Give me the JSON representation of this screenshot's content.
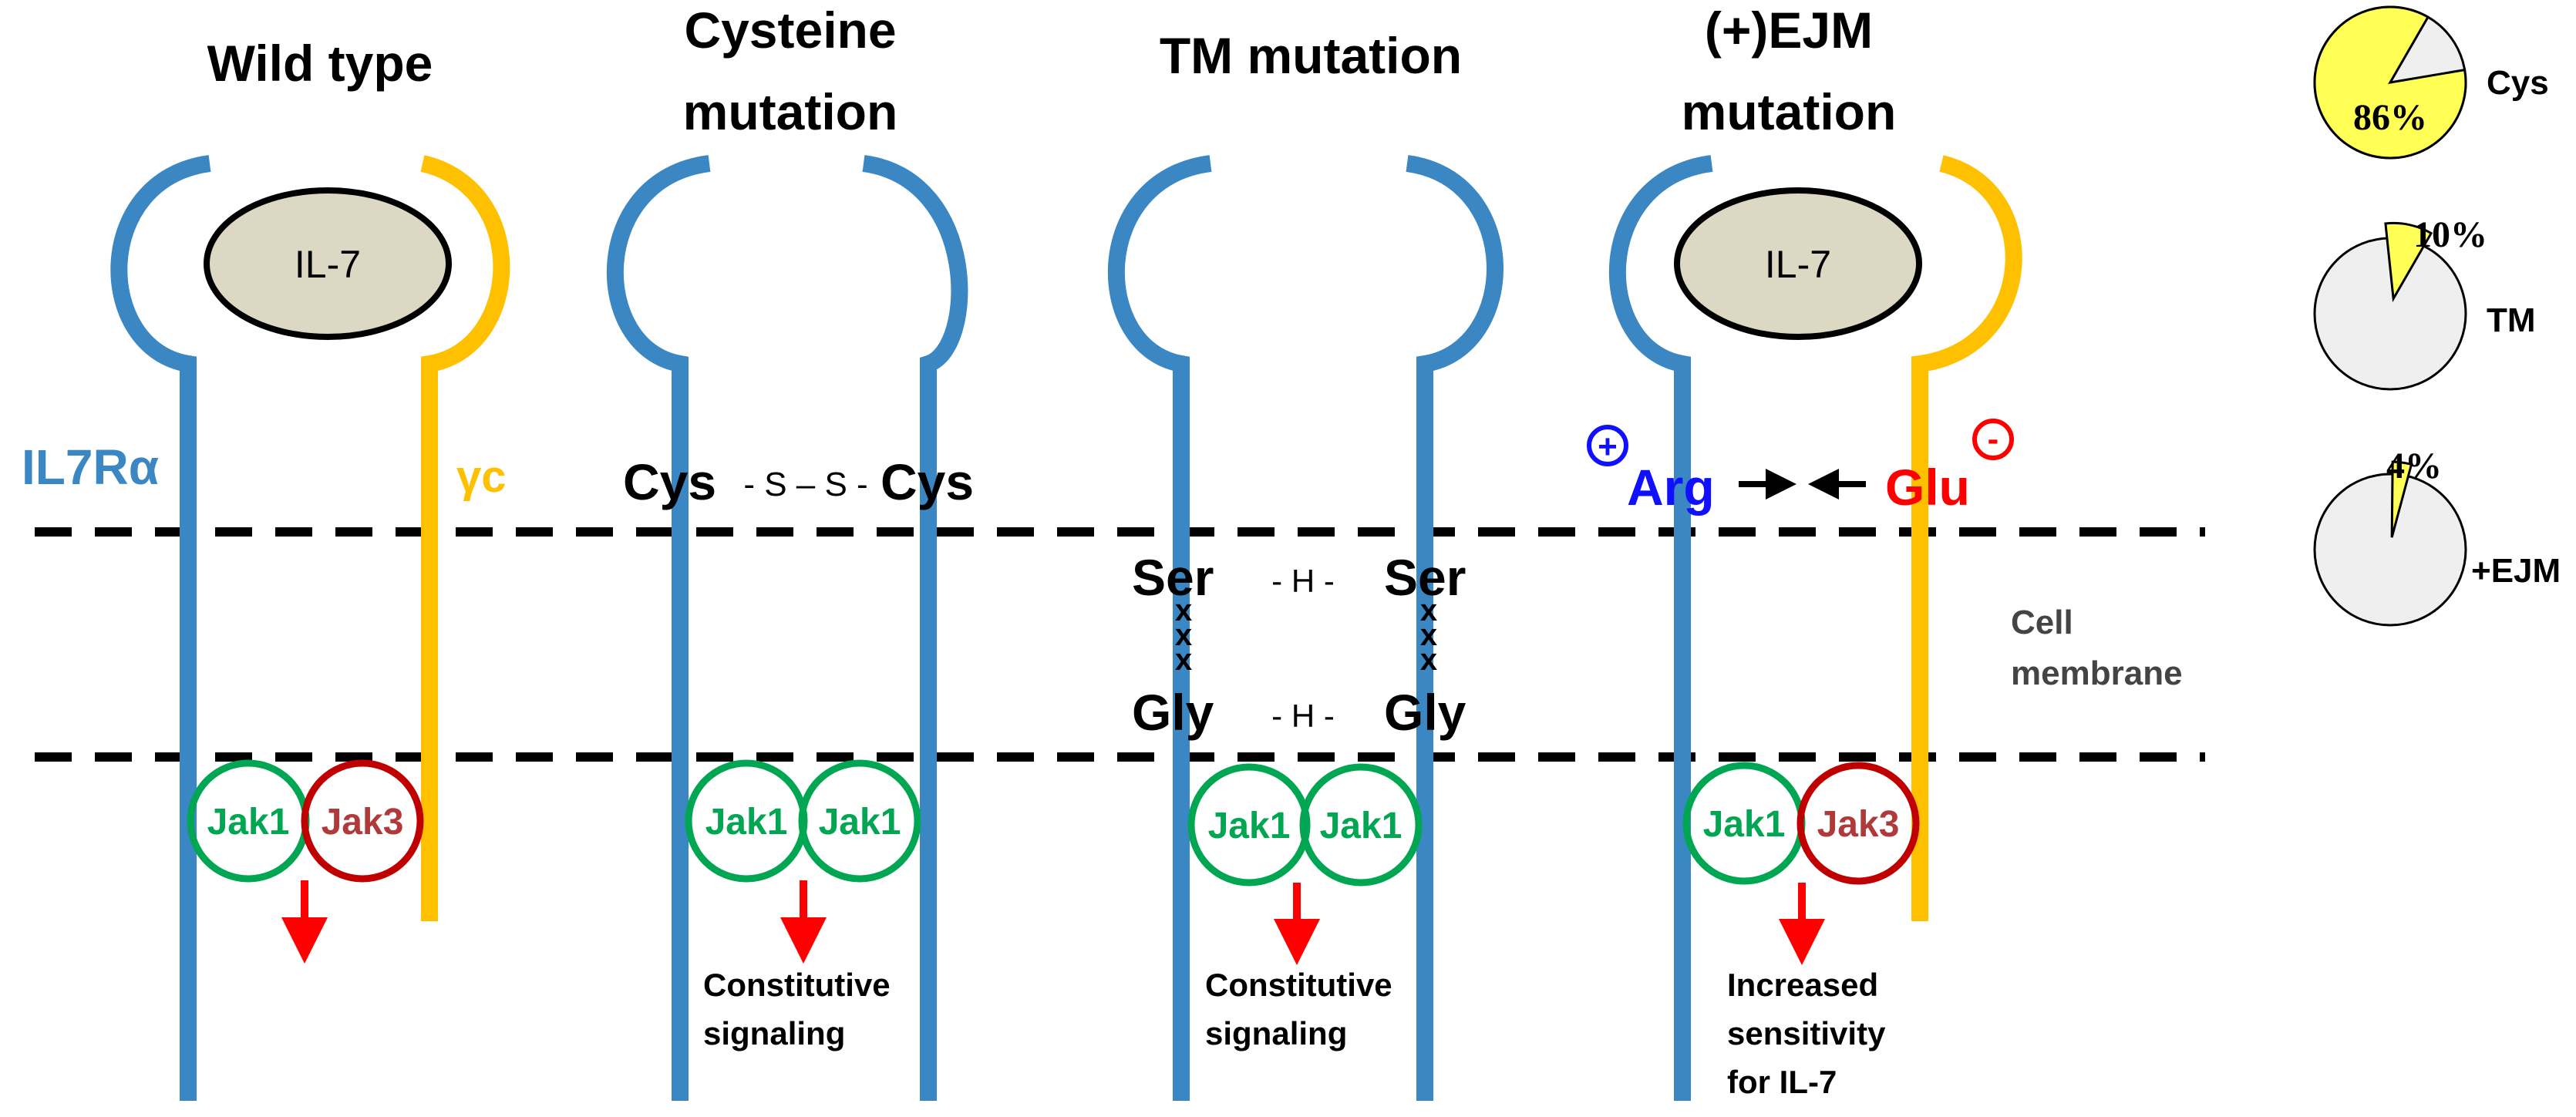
{
  "colors": {
    "receptor_blue": "#3a87c4",
    "gamma_c_gold": "#ffc000",
    "jak1_green": "#00a651",
    "jak3_red": "#c00000",
    "arrow_red": "#ff0000",
    "il7_fill": "#ddd8c4",
    "pie_highlight": "#ffff55",
    "pie_base": "#efefef",
    "arg_blue": "#1010ff",
    "glu_red": "#ff0000"
  },
  "panels": {
    "wild_type": {
      "title": "Wild type",
      "ligand": "IL-7",
      "receptor_label": "IL7Rα",
      "gamma_label": "γc",
      "jak_left": "Jak1",
      "jak_right": "Jak3"
    },
    "cysteine": {
      "title_line1": "Cysteine",
      "title_line2": "mutation",
      "cys_left": "Cys",
      "bond": "- S – S -",
      "cys_right": "Cys",
      "jak_left": "Jak1",
      "jak_right": "Jak1",
      "caption_line1": "Constitutive",
      "caption_line2": "signaling"
    },
    "tm": {
      "title": "TM mutation",
      "ser_left": "Ser",
      "ser_right": "Ser",
      "h_bond_top": "- H -",
      "x_marks": "x",
      "gly_left": "Gly",
      "gly_right": "Gly",
      "h_bond_bottom": "- H -",
      "jak_left": "Jak1",
      "jak_right": "Jak1",
      "caption_line1": "Constitutive",
      "caption_line2": "signaling"
    },
    "ejm": {
      "title_line1": "(+)EJM",
      "title_line2": "mutation",
      "ligand": "IL-7",
      "plus_symbol": "+",
      "arg": "Arg",
      "arrows": "→ ←",
      "glu": "Glu",
      "minus_symbol": "-",
      "jak_left": "Jak1",
      "jak_right": "Jak3",
      "caption_line1": "Increased",
      "caption_line2": "sensitivity",
      "caption_line3": "for IL-7"
    }
  },
  "membrane": {
    "label_line1": "Cell",
    "label_line2": "membrane"
  },
  "pies": [
    {
      "percent_label": "86%",
      "value": 0.86,
      "label": "Cys"
    },
    {
      "percent_label": "10%",
      "value": 0.1,
      "label": "TM"
    },
    {
      "percent_label": "4%",
      "value": 0.04,
      "label": "+EJM"
    }
  ]
}
